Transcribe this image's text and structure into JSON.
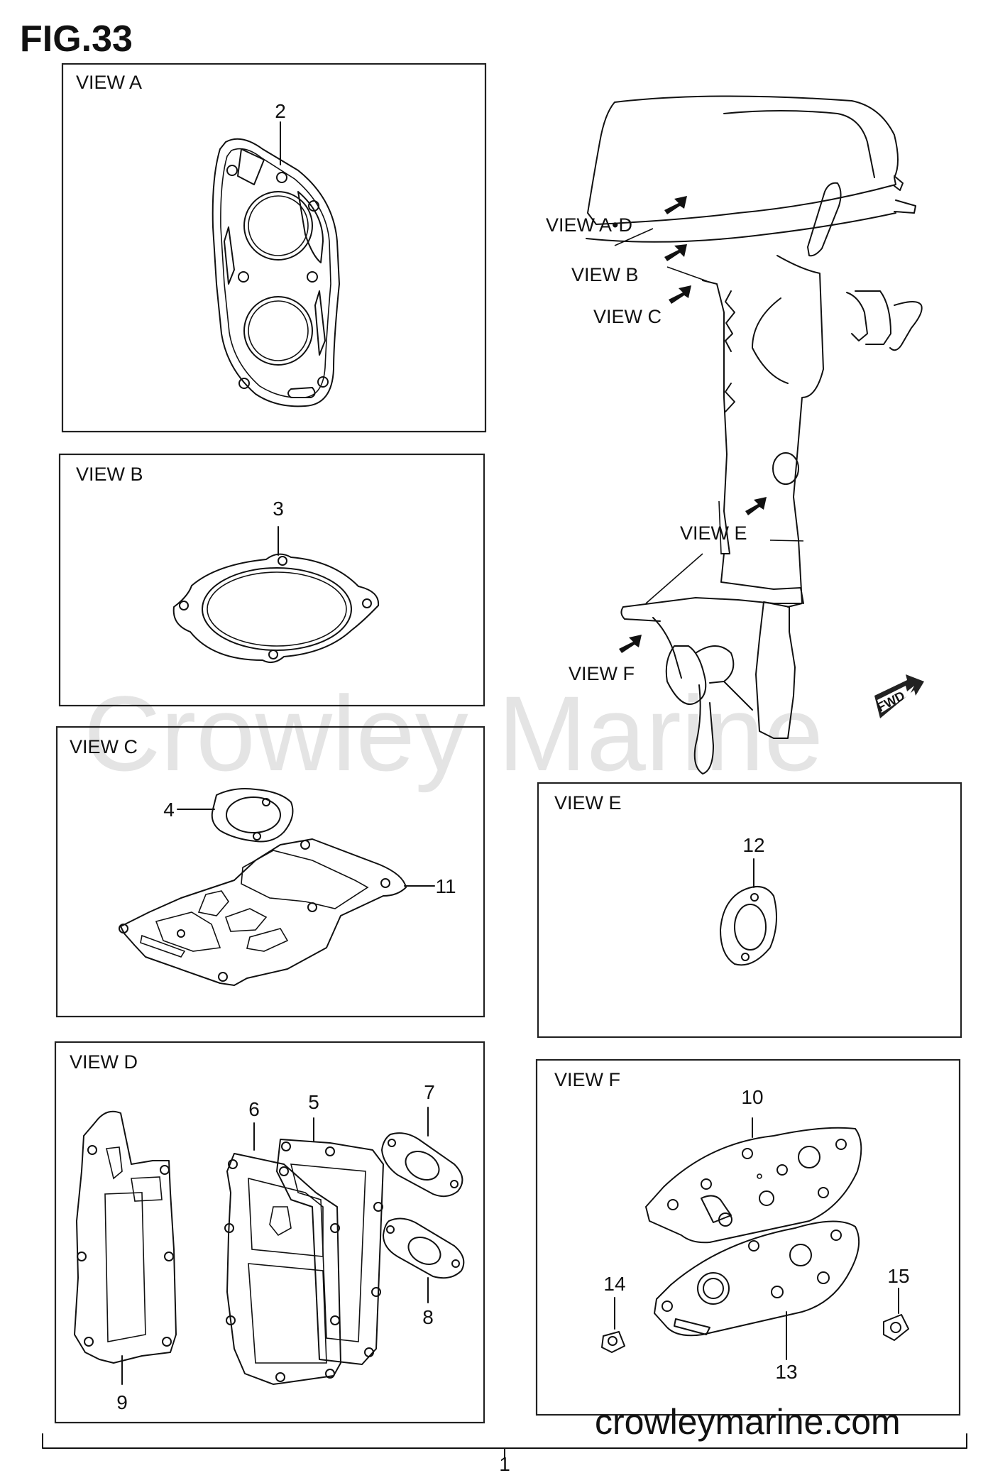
{
  "figure_title": "FIG.33",
  "watermark": "Crowley Marine",
  "website": "crowleymarine.com",
  "assembly_number": "1",
  "views": {
    "a": "VIEW A",
    "b": "VIEW B",
    "c": "VIEW C",
    "d": "VIEW D",
    "e": "VIEW E",
    "f": "VIEW F"
  },
  "motor_callouts": {
    "ad": "VIEW A•D",
    "b": "VIEW B",
    "c": "VIEW C",
    "e": "VIEW E",
    "f": "VIEW F"
  },
  "fwd_label": "FWD",
  "parts": [
    "2",
    "3",
    "4",
    "5",
    "6",
    "7",
    "8",
    "9",
    "10",
    "11",
    "12",
    "13",
    "14",
    "15"
  ]
}
